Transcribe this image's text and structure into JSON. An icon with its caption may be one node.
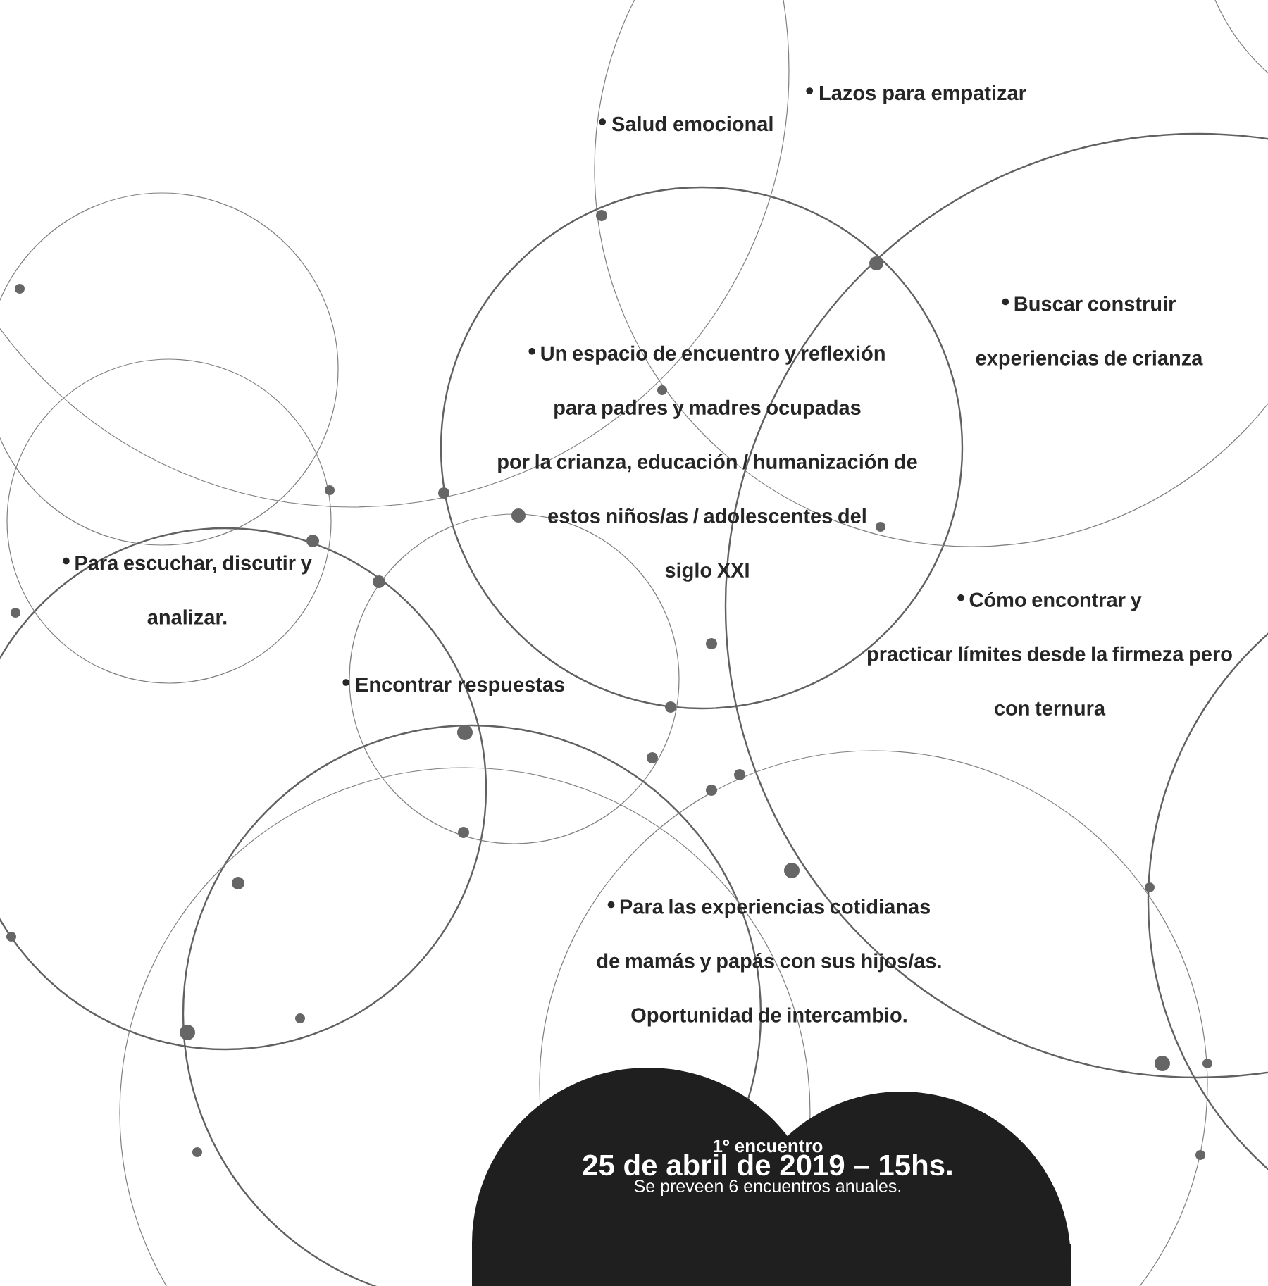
{
  "diagram": {
    "nodes": [
      {
        "text": [
          "1º encuentro",
          "25 de abril de 2019 – 15hs.",
          "Se preveen 6 encuentros anuales."
        ]
      }
    ],
    "labels": [
      "Lazos para empatizar",
      "Salud emocional",
      "Buscar construir experiencias de crianza",
      "Un espacio de encuentro y reflexión para padres y madres ocupadas por la crianza, educación / humanización de estos niños/as / adolescentes del siglo XXI",
      "Para escuchar, discutir y analizar.",
      "Cómo encontrar y practicar límites desde la firmeza pero con ternura",
      "Encontrar respuestas",
      "Para las experiencias cotidianas de mamás y papás con sus hijos/as. Oportunidad de intercambio."
    ]
  }
}
